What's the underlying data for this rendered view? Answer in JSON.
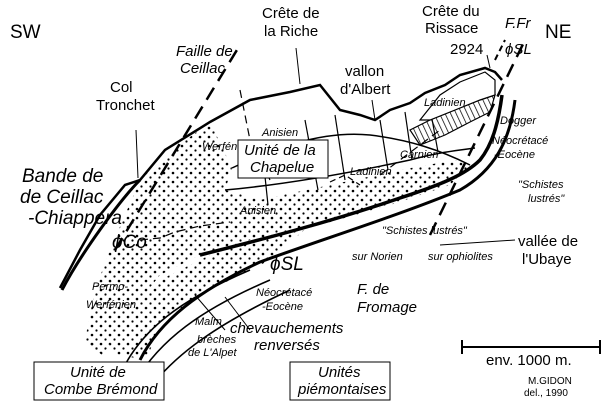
{
  "orientation": {
    "left": "SW",
    "right": "NE"
  },
  "labels": {
    "crete_riche_1": "Crête de",
    "crete_riche_2": "la Riche",
    "crete_rissace_1": "Crête du",
    "crete_rissace_2": "Rissace",
    "altitude": "2924",
    "ffr": "F.Fr",
    "phi_sl_top": "ϕSL",
    "faille_1": "Faille de",
    "faille_2": "Ceillac",
    "col_1": "Col",
    "col_2": "Tronchet",
    "vallon_1": "vallon",
    "vallon_2": "d'Albert",
    "ladinien_top": "Ladinien",
    "dogger": "Dogger",
    "anisien_top": "Anisien",
    "werfen": "Werfén.",
    "unite_chapelue_1": "Unité de la",
    "unite_chapelue_2": "Chapelue",
    "carnien": "Carnien",
    "neocretace_top_1": "Néocrétacé",
    "neocretace_top_2": "-Eocène",
    "schistes_lustres_right_1": "\"Schistes",
    "schistes_lustres_right_2": "lustrés\"",
    "ladinien_mid": "Ladinien",
    "bande_1": "Bande de",
    "bande_2": "de Ceillac",
    "bande_3": "-Chiappera",
    "anisien_mid": "Anisien",
    "schistes_lustres_mid": "\"Schistes lustrés\"",
    "vallee_1": "vallée de",
    "vallee_2": "l'Ubaye",
    "phi_co": "ϕCo",
    "phi_sl_mid": "ϕSL",
    "sur_norien": "sur Norien",
    "sur_ophiolites": "sur ophiolites",
    "permo_1": "Permo-",
    "permo_2": "Werfénien",
    "neocretace_bot_1": "Néocrétacé",
    "neocretace_bot_2": "-Eocène",
    "f_fromage_1": "F. de",
    "f_fromage_2": "Fromage",
    "malm": "Malm",
    "breches_1": "brèches",
    "breches_2": "de L'Alpet",
    "chevauchements_1": "chevauchements",
    "chevauchements_2": "renversés",
    "unite_combe_1": "Unité de",
    "unite_combe_2": "Combe Brémond",
    "unites_piem_1": "Unités",
    "unites_piem_2": "piémontaises",
    "scale": "env. 1000 m.",
    "author_1": "M.GIDON",
    "author_2": "del., 1990"
  }
}
